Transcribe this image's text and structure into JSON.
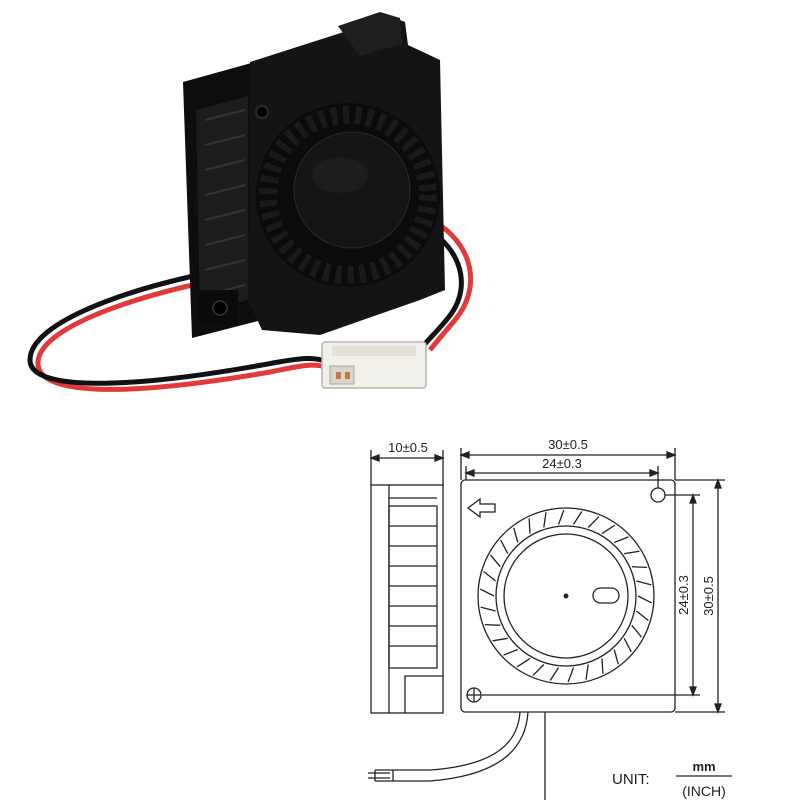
{
  "side_view": {
    "thickness_dim": "10±0.5"
  },
  "front_view": {
    "width_outer_dim": "30±0.5",
    "width_inner_dim": "24±0.3",
    "height_inner_dim": "24±0.3",
    "height_outer_dim": "30±0.5",
    "airflow_arrow_icon": "left-arrow-icon",
    "screw_hole_icon": "screw-hole-icon",
    "crosshead_screw_icon": "crosshead-screw-icon"
  },
  "units": {
    "prefix": "UNIT:",
    "numerator": "mm",
    "denominator": "(INCH)"
  },
  "colors": {
    "fan_body": "#121212",
    "wire_red": "#e03a3a",
    "wire_black": "#111111",
    "connector": "#f2f0ea",
    "line": "#222222"
  }
}
